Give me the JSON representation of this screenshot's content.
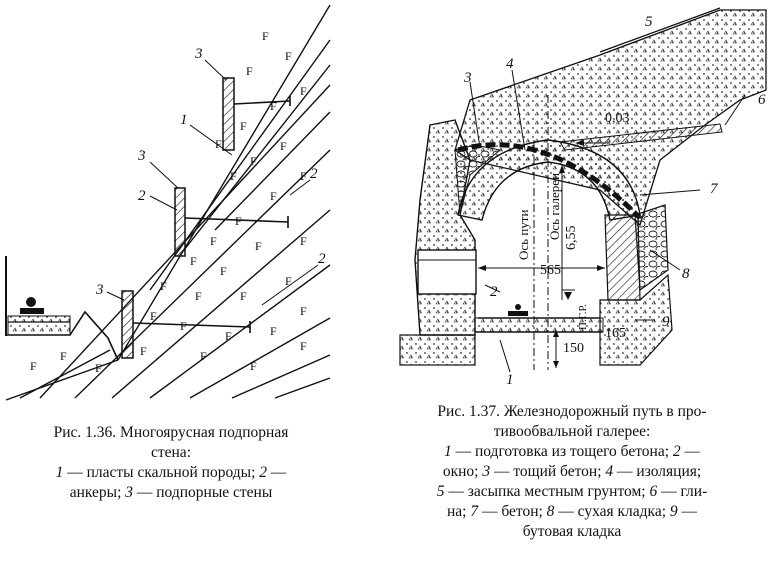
{
  "fig136": {
    "labels": {
      "l3a": "3",
      "l1": "1",
      "l3b": "3",
      "l2a": "2",
      "l2b": "2",
      "l2c": "2",
      "l3c": "3"
    },
    "caption": {
      "title1": "Рис. 1.36. Многоярусная подпорная",
      "title2": "стена:",
      "i1n": "1",
      "i1t": " — пласты скальной породы; ",
      "i2n": "2",
      "i2t": " —",
      "i3t": "анкеры; ",
      "i3n": "3",
      "i3t2": " — подпорные стены"
    }
  },
  "fig137": {
    "labels": {
      "l5": "5",
      "l3": "3",
      "l4": "4",
      "l6": "6",
      "l7": "7",
      "l8": "8",
      "l2": "2",
      "l9": "9",
      "l1": "1"
    },
    "dims": {
      "slope": "0,03",
      "height": "6,55",
      "width": "565",
      "base": "150",
      "side": "165",
      "track_axis": "Ось пути",
      "gallery_axis": "Ось галереи",
      "pgr": "П.Г.Р."
    },
    "caption": {
      "t1": "Рис. 1.37. Железнодорожный путь в про-",
      "t2": "тивообвальной галерее:",
      "a1n": "1",
      "a1t": " — подготовка из тощего бетона; ",
      "a2n": "2",
      "a2t": " —",
      "b1t": "окно; ",
      "b3n": "3",
      "b3t": " — тощий бетон; ",
      "b4n": "4",
      "b4t": " — изоляция;",
      "c5n": "5",
      "c5t": " — засыпка местным грунтом; ",
      "c6n": "6",
      "c6t": " — гли-",
      "d1t": "на; ",
      "d7n": "7",
      "d7t": " — бетон; ",
      "d8n": "8",
      "d8t": " — сухая кладка; ",
      "d9n": "9",
      "d9t": " —",
      "e1t": "бутовая кладка"
    }
  }
}
